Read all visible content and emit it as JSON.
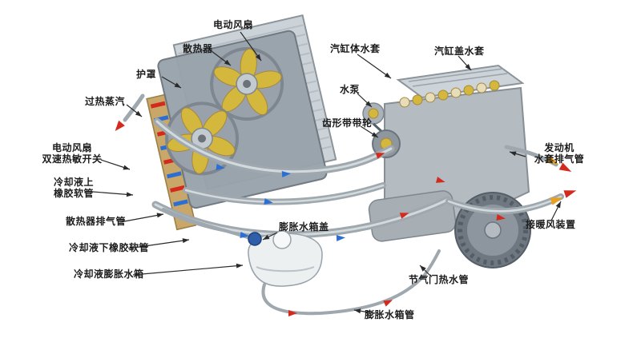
{
  "diagram": {
    "labels": [
      {
        "id": "electric-fan",
        "text": "电动风扇"
      },
      {
        "id": "radiator",
        "text": "散热器"
      },
      {
        "id": "shroud",
        "text": "护罩"
      },
      {
        "id": "overheat-steam",
        "text": "过热蒸汽"
      },
      {
        "id": "fan-thermal-switch",
        "text": "电动风扇\n双速热敏开关"
      },
      {
        "id": "coolant-upper-hose",
        "text": "冷却液上\n橡胶软管"
      },
      {
        "id": "radiator-vent-pipe",
        "text": "散热器排气管"
      },
      {
        "id": "coolant-lower-hose",
        "text": "冷却液下橡胶软管"
      },
      {
        "id": "coolant-expansion-tank",
        "text": "冷却液膨胀水箱"
      },
      {
        "id": "cylinder-block-jacket",
        "text": "汽缸体水套"
      },
      {
        "id": "cylinder-head-jacket",
        "text": "汽缸盖水套"
      },
      {
        "id": "water-pump",
        "text": "水泵"
      },
      {
        "id": "toothed-belt-pulley",
        "text": "齿形带带轮"
      },
      {
        "id": "engine-jacket-vent-pipe",
        "text": "发动机\n水套排气管"
      },
      {
        "id": "heater-connection",
        "text": "接暖风装置"
      },
      {
        "id": "expansion-tank-cap",
        "text": "膨胀水箱盖"
      },
      {
        "id": "throttle-hot-water-pipe",
        "text": "节气门热水管"
      },
      {
        "id": "expansion-tank-pipe",
        "text": "膨胀水箱管"
      }
    ],
    "colors": {
      "hot_flow": "#d42a1e",
      "warm_flow": "#e8a020",
      "cold_flow": "#2b6fd4",
      "metal": "#b4bbc1",
      "radiator_tank": "#c8a768",
      "fan_blade": "#d4b83e",
      "background": "#ffffff"
    }
  }
}
